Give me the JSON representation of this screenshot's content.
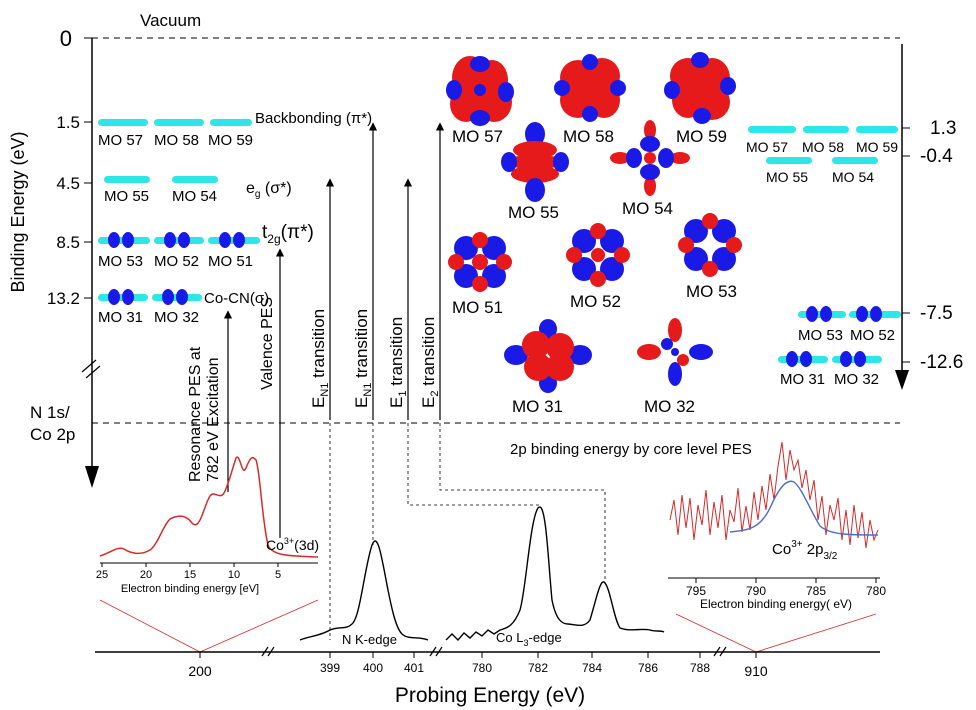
{
  "vacuum_label": "Vacuum",
  "left_axis": {
    "title": "Binding Energy (eV)",
    "ticks": [
      "0",
      "1.5",
      "4.5",
      "8.5",
      "13.2"
    ],
    "bottom_label_1": "N 1s/",
    "bottom_label_2": "Co 2p"
  },
  "right_axis": {
    "ticks": [
      "1.3",
      "-0.4",
      "-7.5",
      "-12.6"
    ]
  },
  "level_labels": {
    "backbonding": "Backbonding (π*)",
    "eg_main": "e",
    "eg_sub": "g",
    "eg_rest": " (σ*)",
    "t2g_main": "t",
    "t2g_sub": "2g",
    "t2g_rest": "(π*)",
    "co_cn": "Co-CN(σ)"
  },
  "mo_labels": {
    "mo57": "MO 57",
    "mo58": "MO 58",
    "mo59": "MO 59",
    "mo55": "MO 55",
    "mo54": "MO 54",
    "mo53": "MO 53",
    "mo52": "MO 52",
    "mo51": "MO 51",
    "mo31": "MO 31",
    "mo32": "MO 32"
  },
  "transitions": {
    "resonance_1": "Resonance PES at",
    "resonance_2": "782 eV Excitation",
    "valence": "Valence PES",
    "en1_main": "E",
    "en1_sub": "N1",
    "transition_word": " transition",
    "e1_sub": "1",
    "e2_sub": "2"
  },
  "valence_inset": {
    "xlabel": "Electron binding energy [eV]",
    "ticks": [
      "25",
      "20",
      "15",
      "10",
      "5"
    ],
    "co_label_main": "Co",
    "co_label_sup": "3+",
    "co_label_rest": "(3d)"
  },
  "xas": {
    "n_edge": "N K-edge",
    "co_edge_main": "Co L",
    "co_edge_sub": "3",
    "co_edge_rest": "-edge",
    "n_ticks": [
      "399",
      "400",
      "401"
    ],
    "co_ticks": [
      "780",
      "782",
      "784",
      "786",
      "788"
    ]
  },
  "core_inset": {
    "title": "2p binding energy by core level PES",
    "label_main": "Co",
    "label_sup": "3+",
    "label_mid": " 2p",
    "label_sub": "3/2",
    "xlabel": "Electron binding energy( eV)",
    "ticks": [
      "795",
      "790",
      "785",
      "780"
    ]
  },
  "probing_axis": {
    "title": "Probing Energy (eV)",
    "ticks": [
      "200",
      "910"
    ]
  },
  "colors": {
    "level_bar": "#2ee6e6",
    "lobe_blue": "#1a1ae6",
    "lobe_red": "#e61a1a",
    "spectrum_red": "#d42a2a",
    "fit_blue": "#4a6ec8",
    "axis_black": "#000000"
  }
}
